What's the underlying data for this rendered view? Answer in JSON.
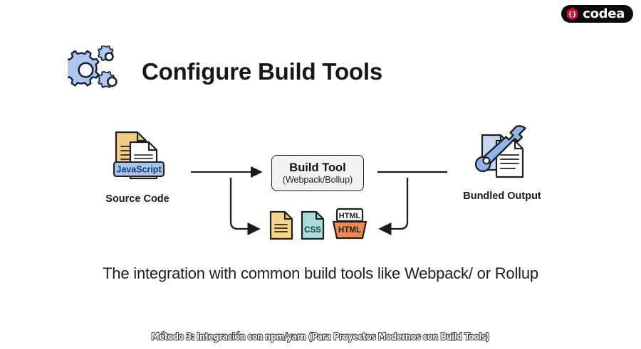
{
  "brand": {
    "name": "codea",
    "mark": "{}",
    "pill_color": "#0b0b0b",
    "hex_color": "#c8102e",
    "text_color": "#ffffff"
  },
  "header": {
    "title": "Configure Build Tools",
    "icon": "gears-icon",
    "icon_fill": "#aec6f0",
    "icon_stroke": "#1c2433",
    "title_color": "#17181a"
  },
  "diagram": {
    "source": {
      "label": "Source Code",
      "badge": "JavaScript",
      "badge_fill": "#a8c4ef",
      "badge_text_color": "#1b3a6b",
      "back_doc_fill": "#f2cc85",
      "front_doc_fill": "#ffffff"
    },
    "build_tool": {
      "title": "Build Tool",
      "subtitle": "(Webpack/Bollup)",
      "box_fill": "#f2f2f2",
      "box_stroke": "#1b1b1b"
    },
    "output": {
      "label": "Bundled Output",
      "back_doc_fill": "#c6d8f2",
      "front_doc_fill": "#ffffff",
      "wrench_fill": "#8fb3ea"
    },
    "files": [
      {
        "name": "generic-file-icon",
        "label": "",
        "fill": "#f5d48a",
        "stroke": "#1f1f1f"
      },
      {
        "name": "css-file-icon",
        "label": "CSS",
        "fill": "#aadcd8",
        "stroke": "#1f1f1f"
      },
      {
        "name": "html-file-icon",
        "label": "HTML",
        "label_alt": "HTML",
        "fill": "#ef8a4f",
        "stroke": "#1f1f1f"
      }
    ],
    "connectors": [
      {
        "name": "source-to-buildtool-arrow",
        "type": "arrow",
        "direction": "right"
      },
      {
        "name": "buildtool-to-files-arrow",
        "type": "elbow-arrow",
        "direction": "down-right"
      },
      {
        "name": "buildtool-to-output-line",
        "type": "line",
        "direction": "right"
      },
      {
        "name": "output-to-files-arrow",
        "type": "elbow-arrow",
        "direction": "down-left"
      }
    ],
    "stroke_color": "#1b1b1b"
  },
  "caption": {
    "text": "The integration with common build tools like Webpack/ or Rollup",
    "color": "#1d1d1f"
  },
  "footer": {
    "text": "Método 3: Integración con npm/yarn (Para Proyectos Modernos con Build Tools)",
    "fill": "#ffffff",
    "outline": "#141414"
  }
}
